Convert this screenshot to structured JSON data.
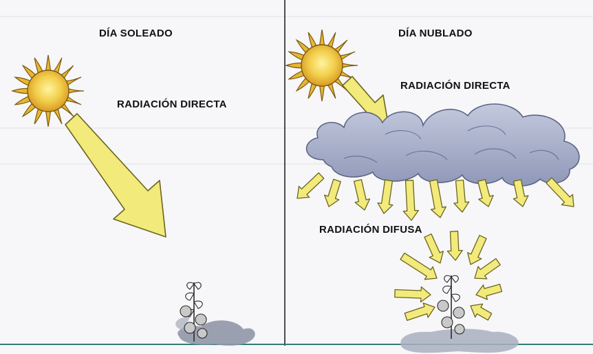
{
  "labels": {
    "sunny_day": "DÍA SOLEADO",
    "direct_radiation_left": "RADIACIÓN DIRECTA",
    "cloudy_day": "DÍA NUBLADO",
    "direct_radiation_right": "RADIACIÓN DIRECTA",
    "diffuse_radiation": "RADIACIÓN DIFUSA"
  },
  "colors": {
    "arrow_fill": "#f2ea7a",
    "arrow_stroke": "#6a6420",
    "sun_fill": "#f0c84a",
    "cloud_fill": "#a9b1cc",
    "background": "#f7f6f8",
    "bleed_text": "#9aa0b5"
  },
  "icons": [
    "sun-icon",
    "cloud-icon",
    "tomato-plant-icon"
  ]
}
